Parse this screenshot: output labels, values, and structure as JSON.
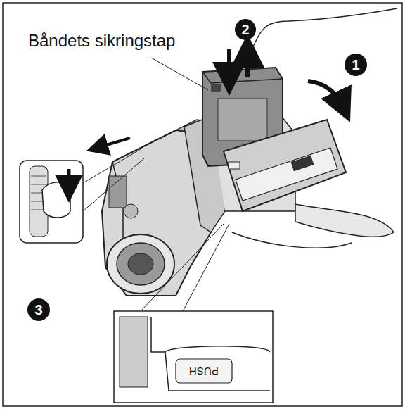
{
  "diagram": {
    "nodes": [
      {
        "text": [
          "2"
        ]
      },
      {
        "text": [
          "1"
        ]
      },
      {
        "text": [
          "3"
        ]
      }
    ],
    "labels": [
      "Båndets sikringstap",
      "PUSH"
    ]
  }
}
